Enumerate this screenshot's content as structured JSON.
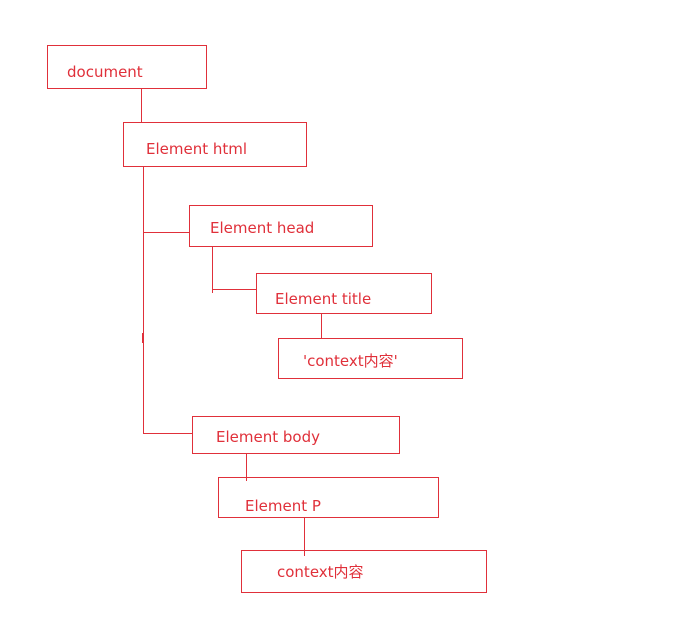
{
  "diagram": {
    "accent_color": "#e0303a",
    "nodes": {
      "document": "document",
      "html": "Element html",
      "head": "Element head",
      "title": "Element title",
      "title_text": "'context内容'",
      "body": "Element body",
      "p": "Element P",
      "p_text": "context内容"
    }
  }
}
